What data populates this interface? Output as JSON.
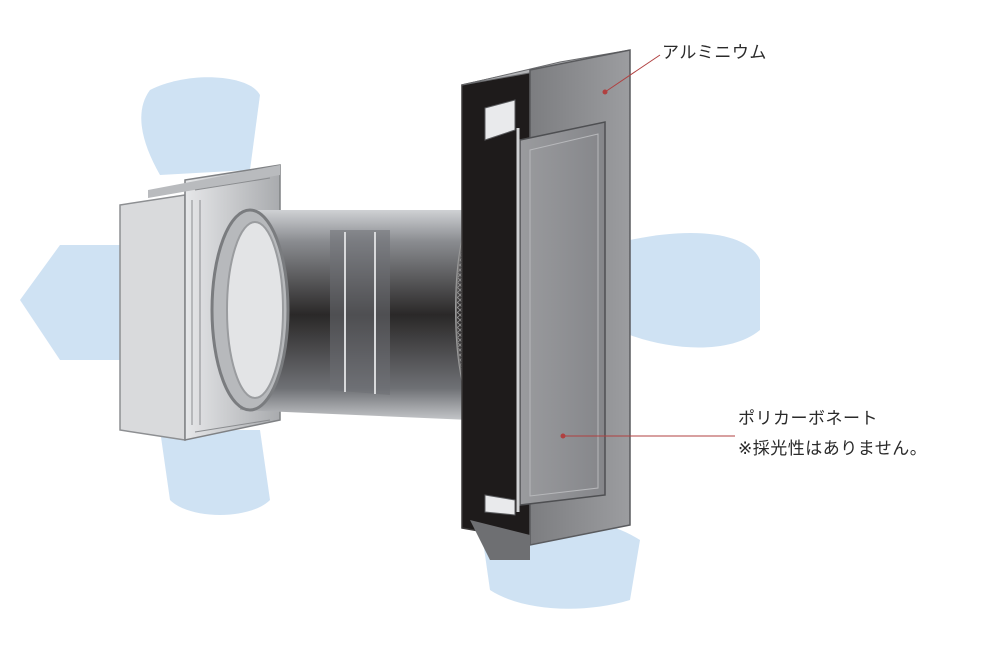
{
  "labels": {
    "aluminum": "アルミニウム",
    "polycarbonate": "ポリカーボネート",
    "note": "※採光性はありません。"
  },
  "colors": {
    "airflow": "#cfe2f3",
    "aluminum_face": "#8e8f91",
    "aluminum_dark": "#5a5b5e",
    "interior_dark": "#1c1a1a",
    "leader_line": "#b04040"
  },
  "parts": {
    "airflow": "airflow-arrows",
    "outer_hood": "aluminum-hood",
    "cover_panel": "polycarbonate-panel",
    "duct": "duct-sleeve",
    "mesh": "insect-mesh",
    "grille": "interior-grille"
  }
}
